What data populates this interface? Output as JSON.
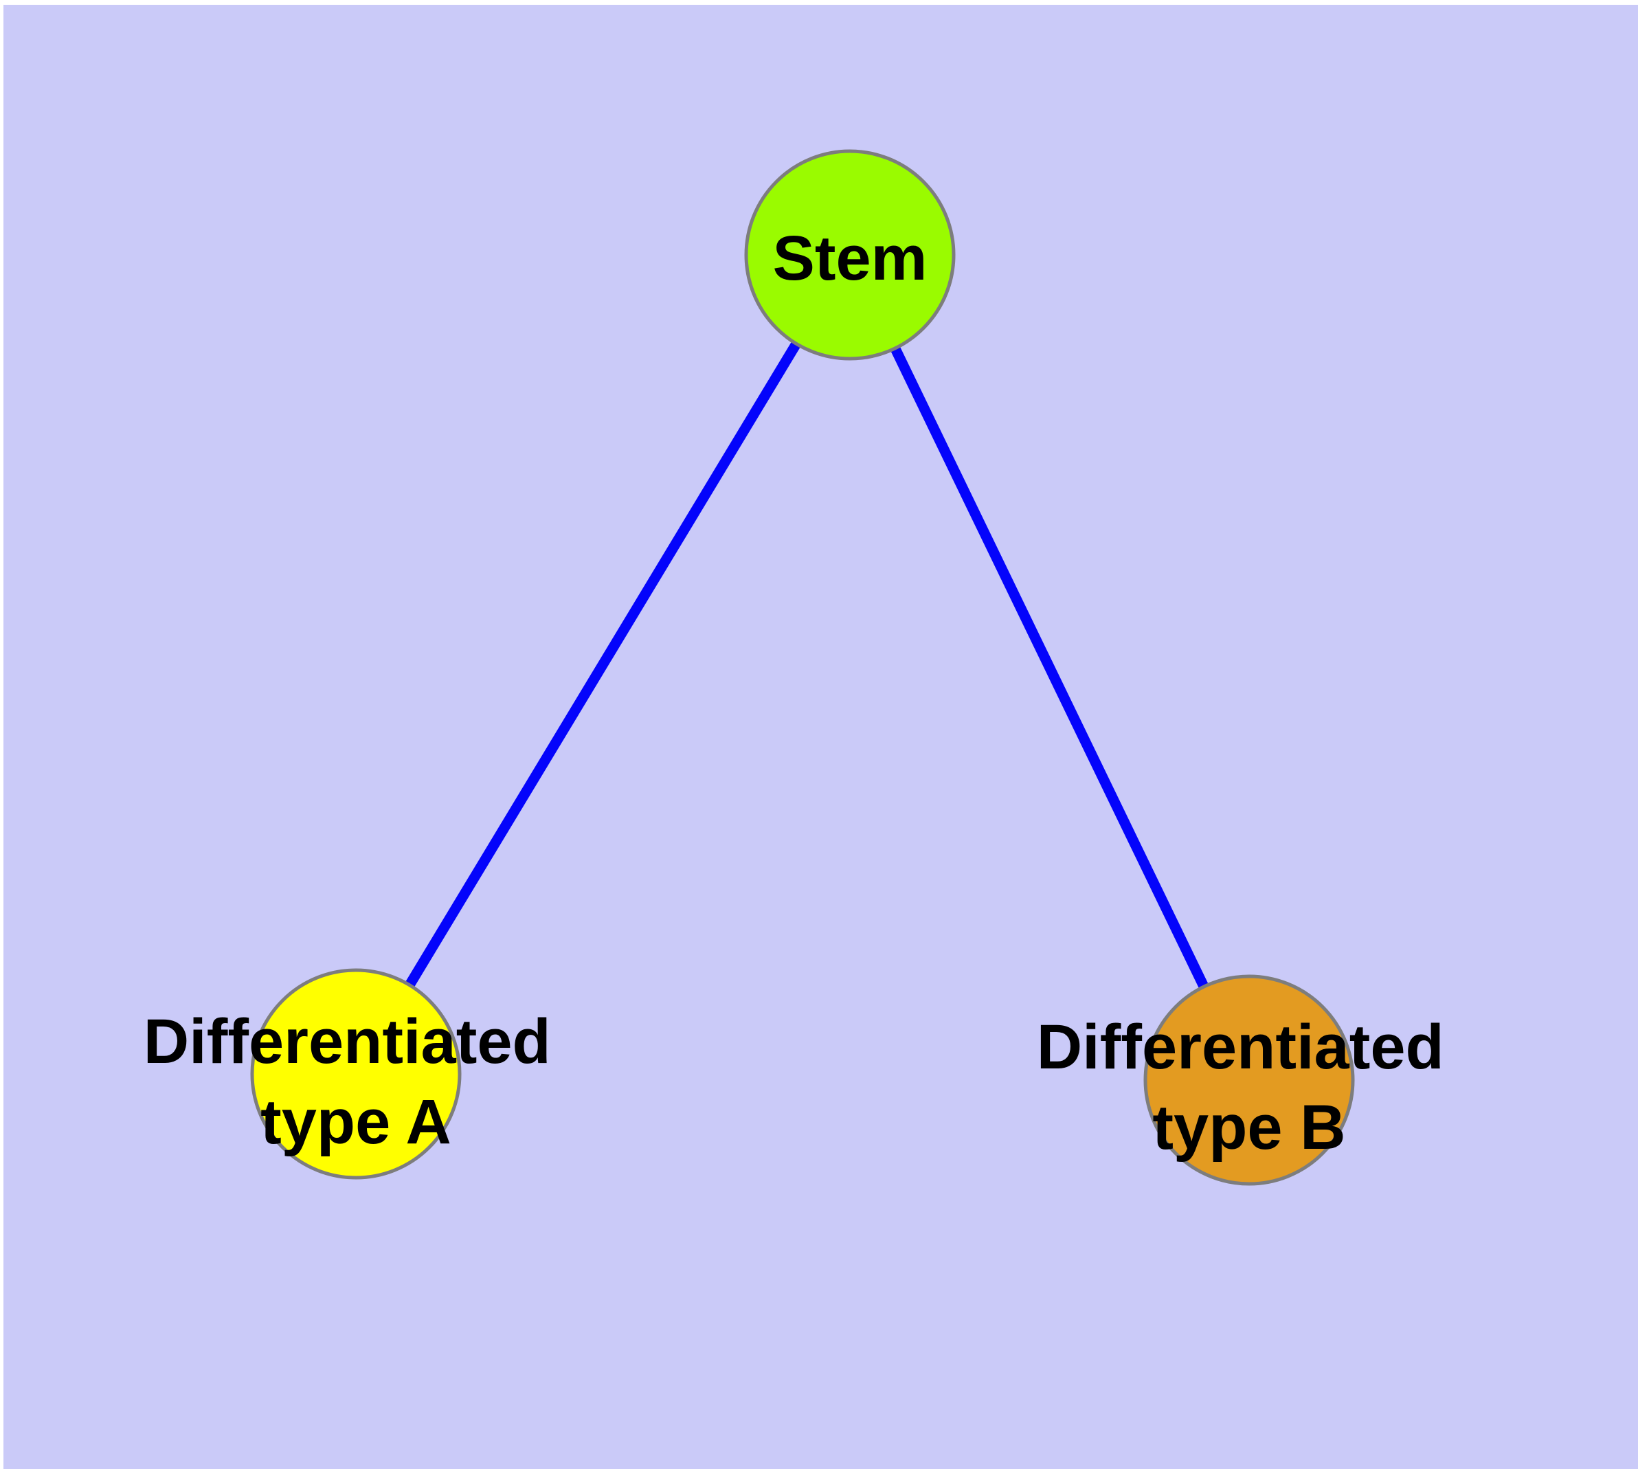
{
  "diagram": {
    "type": "graph",
    "description": "Cell differentiation graph: one stem node with edges to two differentiated cell type nodes",
    "outer_background": "#ffffff",
    "plot_background": "#cacaf8",
    "edge_color": "#0404fb",
    "node_border_color": "#7d7d7d",
    "label_color": "#000000",
    "nodes": [
      {
        "id": "stem",
        "label": "Stem",
        "label_lines": [
          "Stem"
        ],
        "color": "#9afb00"
      },
      {
        "id": "differentiated-type-a",
        "label": "Differentiated type A",
        "label_lines": [
          "Differentiated",
          "type A"
        ],
        "color": "#ffff00"
      },
      {
        "id": "differentiated-type-b",
        "label": "Differentiated type B",
        "label_lines": [
          "Differentiated",
          "type B"
        ],
        "color": "#e39b21"
      }
    ],
    "edges": [
      {
        "from": "stem",
        "to": "differentiated-type-a"
      },
      {
        "from": "stem",
        "to": "differentiated-type-b"
      }
    ]
  }
}
